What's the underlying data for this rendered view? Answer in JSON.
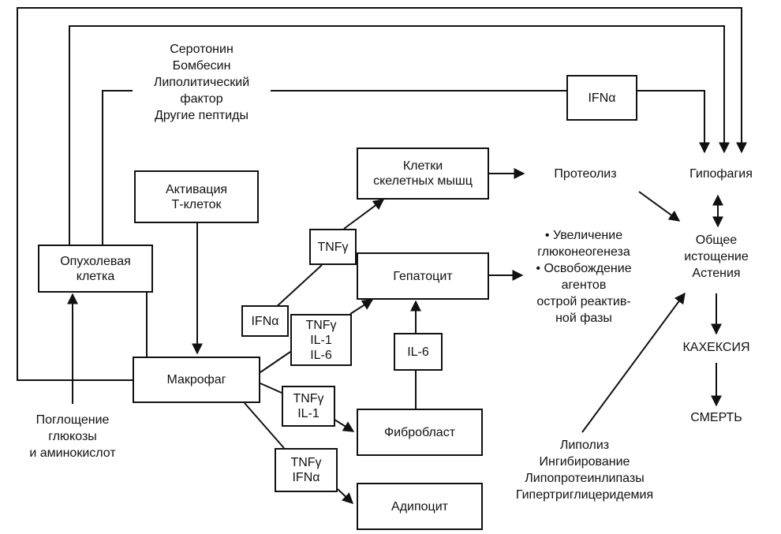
{
  "boxes": {
    "tumor_cell": [
      "Опухолевая",
      "клетка"
    ],
    "t_activation": [
      "Активация",
      "Т-клеток"
    ],
    "macrophage": [
      "Макрофаг"
    ],
    "muscle": [
      "Клетки",
      "скелетных мышц"
    ],
    "hepatocyte": [
      "Гепатоцит"
    ],
    "fibroblast": [
      "Фибробласт"
    ],
    "adipocyte": [
      "Адипоцит"
    ],
    "ifna_top": [
      "IFNα"
    ],
    "tnfg_muscle": [
      "TNFγ"
    ],
    "ifna_small": [
      "IFNα"
    ],
    "tnfg_il1_il6": [
      "TNFγ",
      "IL-1",
      "IL-6"
    ],
    "il6": [
      "IL-6"
    ],
    "tnfg_il1": [
      "TNFγ",
      "IL-1"
    ],
    "tnfg_ifna": [
      "TNFγ",
      "IFNα"
    ]
  },
  "labels": {
    "peptides": [
      "Серотонин",
      "Бомбесин",
      "Липолитический",
      "фактор",
      "Другие пептиды"
    ],
    "proteolysis": [
      "Протеолиз"
    ],
    "hypophagia": [
      "Гипофагия"
    ],
    "liver_effects": [
      "• Увеличение",
      "глюконеогенеза",
      "• Освобождение",
      "агентов",
      "острой реактив-",
      "ной фазы"
    ],
    "exhaustion": [
      "Общее",
      "истощение",
      "Астения"
    ],
    "cachexia": [
      "КАХЕКСИЯ"
    ],
    "death": [
      "СМЕРТЬ"
    ],
    "glucose_uptake": [
      "Поглощение",
      "глюкозы",
      "и аминокислот"
    ],
    "lipolysis": [
      "Липолиз",
      "Ингибирование",
      "Липопротеинлипазы",
      "Гипертриглицеридемия"
    ]
  }
}
